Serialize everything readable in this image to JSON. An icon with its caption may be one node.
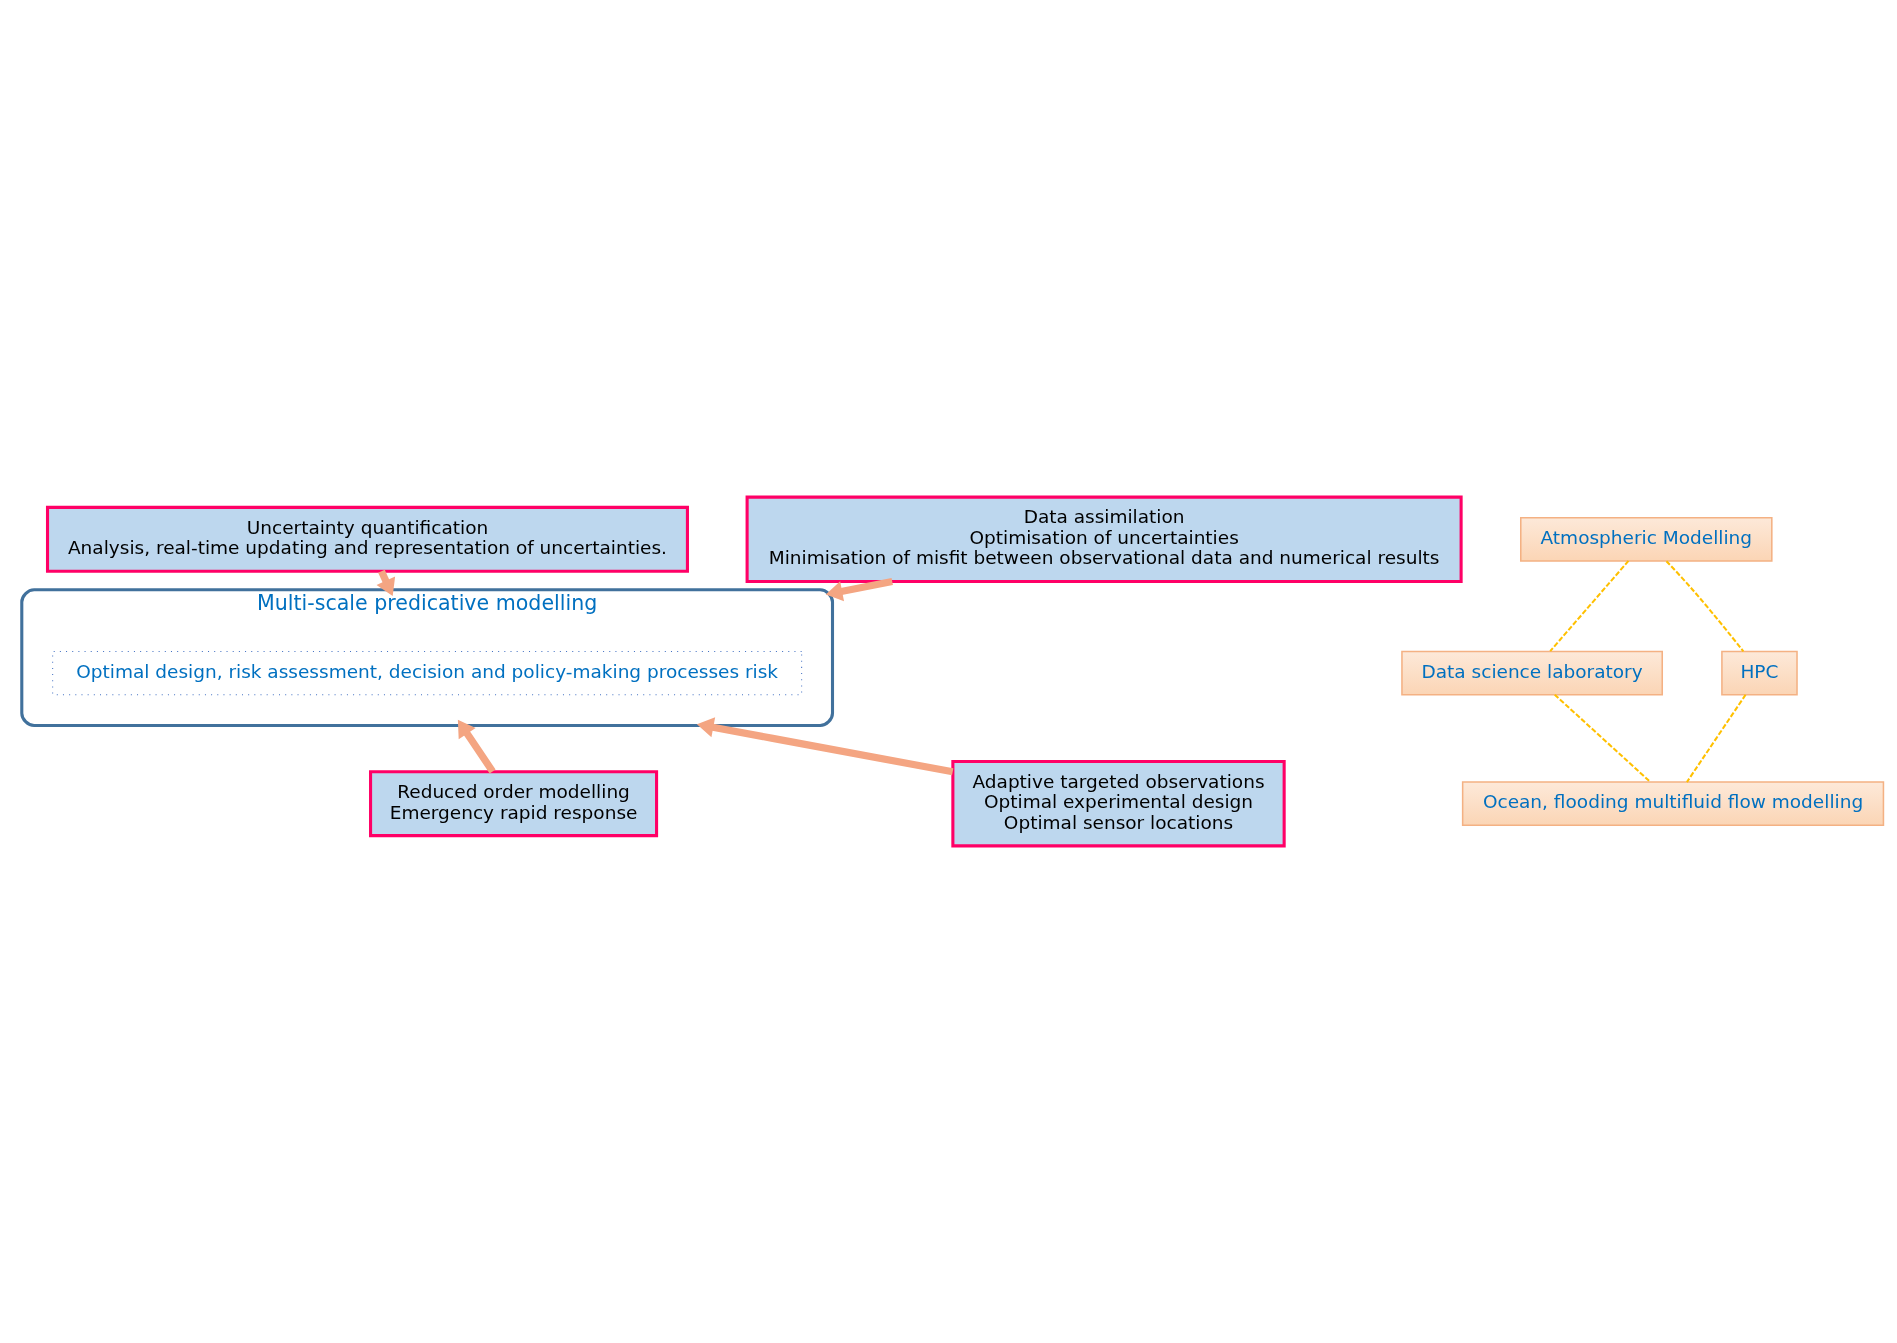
{
  "diagram": {
    "nodes": [
      {
        "text": [
          "Uncertainty quantification",
          "Analysis, real-time updating and representation of uncertainties."
        ]
      },
      {
        "text": [
          "Atmospheric Modelling"
        ]
      },
      {
        "text": [
          "Data assimilation",
          "Optimisation of uncertainties",
          "Minimisation of misfit between observational data and numerical results"
        ]
      },
      {
        "text": [
          "Multi-scale predicative modelling"
        ]
      },
      {
        "text": [
          "Optimal design, risk assessment, decision and policy-making processes risk"
        ],
        "in": 3
      },
      {
        "text": [
          "Data science laboratory"
        ]
      },
      {
        "text": [
          "HPC"
        ]
      },
      {
        "text": [
          "Reduced order modelling",
          "Emergency rapid response"
        ]
      },
      {
        "text": [
          "Ocean, flooding multifluid flow modelling"
        ]
      },
      {
        "text": [
          "Adaptive targeted observations",
          "Optimal experimental design",
          "Optimal sensor locations"
        ]
      }
    ],
    "edges": [
      {
        "from": 0,
        "to": 3,
        "arrow": "to",
        "style": "thick",
        "color": "#f4a582"
      },
      {
        "from": 2,
        "to": 3,
        "arrow": "to",
        "style": "thick",
        "color": "#f4a582"
      },
      {
        "from": 7,
        "to": 3,
        "arrow": "to",
        "style": "thick",
        "color": "#f4a582"
      },
      {
        "from": 9,
        "to": 3,
        "arrow": "to",
        "style": "thick",
        "color": "#f4a582"
      },
      {
        "from": 1,
        "to": 5,
        "arrow": "none",
        "style": "dashed",
        "color": "#ffc000"
      },
      {
        "from": 1,
        "to": 6,
        "arrow": "none",
        "style": "dashed",
        "color": "#ffc000"
      },
      {
        "from": 5,
        "to": 8,
        "arrow": "none",
        "style": "dashed",
        "color": "#ffc000"
      },
      {
        "from": 6,
        "to": 8,
        "arrow": "none",
        "style": "dashed",
        "color": "#ffc000"
      }
    ]
  }
}
